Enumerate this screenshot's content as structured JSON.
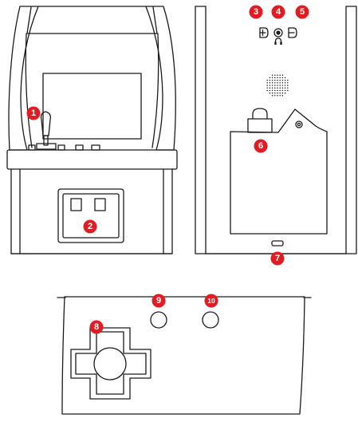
{
  "callouts": [
    {
      "label": "1",
      "target": "joystick"
    },
    {
      "label": "2",
      "target": "coin-door"
    },
    {
      "label": "3",
      "target": "volume-up-button"
    },
    {
      "label": "4",
      "target": "headphone-jack"
    },
    {
      "label": "5",
      "target": "volume-down-button"
    },
    {
      "label": "6",
      "target": "battery-compartment-latch"
    },
    {
      "label": "7",
      "target": "charging-port"
    },
    {
      "label": "8",
      "target": "d-pad"
    },
    {
      "label": "9",
      "target": "action-button-a"
    },
    {
      "label": "10",
      "target": "action-button-b"
    }
  ],
  "colors": {
    "badge": "#e31b23",
    "line": "#1a1a1a",
    "background": "#ffffff"
  }
}
